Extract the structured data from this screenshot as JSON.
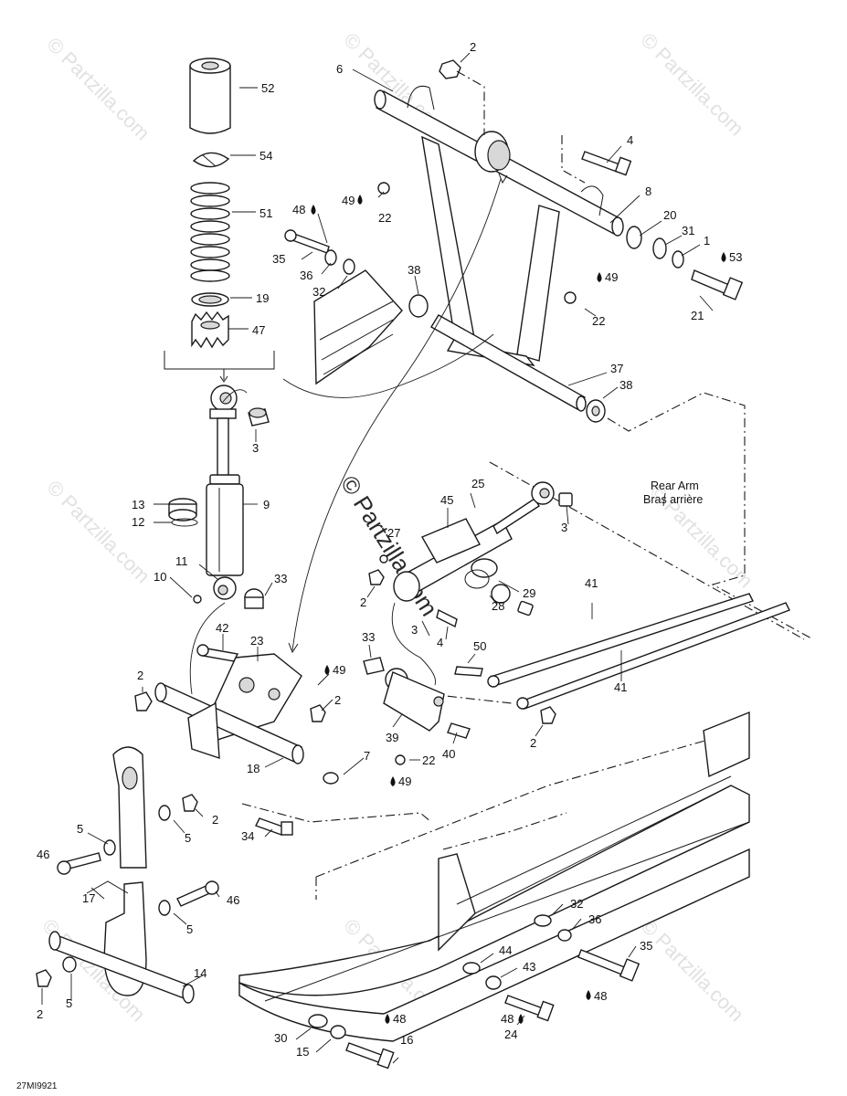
{
  "watermark": "© Partzilla.com",
  "diagram_code": "27MI9921",
  "rear_arm_label": {
    "en": "Rear Arm",
    "fr": "Bras arrière"
  },
  "callouts": {
    "c52": "52",
    "c54": "54",
    "c51": "51",
    "c19": "19",
    "c47": "47",
    "c2a": "2",
    "c6": "6",
    "c4a": "4",
    "c8": "8",
    "c20": "20",
    "c31": "31",
    "c1": "1",
    "c53": "53",
    "c21": "21",
    "c48a": "48",
    "c49a": "49",
    "c22a": "22",
    "c35a": "35",
    "c36a": "36",
    "c32a": "32",
    "c38a": "38",
    "c49b": "49",
    "c22b": "22",
    "c37": "37",
    "c38b": "38",
    "c3a": "3",
    "c13": "13",
    "c12": "12",
    "c9": "9",
    "c11": "11",
    "c10": "10",
    "c33a": "33",
    "c25": "25",
    "c45": "45",
    "c3b": "3",
    "c27": "27",
    "c2b": "2",
    "c29": "29",
    "c28": "28",
    "c3c": "3",
    "c4b": "4",
    "c41a": "41",
    "c41b": "41",
    "c42": "42",
    "c23": "23",
    "c49c": "49",
    "c2c": "2",
    "c2d": "2",
    "c33b": "33",
    "c50": "50",
    "c39": "39",
    "c40": "40",
    "c22c": "22",
    "c49d": "49",
    "c2e": "2",
    "c18": "18",
    "c7": "7",
    "c34": "34",
    "c5a": "5",
    "c2f": "2",
    "c5b": "5",
    "c46a": "46",
    "c17": "17",
    "c46b": "46",
    "c5c": "5",
    "c14": "14",
    "c2g": "2",
    "c5d": "5",
    "c32b": "32",
    "c36b": "36",
    "c35b": "35",
    "c44": "44",
    "c43": "43",
    "c48b": "48",
    "c48c": "48",
    "c24": "24",
    "c30": "30",
    "c48d": "48",
    "c15": "15",
    "c16": "16"
  }
}
